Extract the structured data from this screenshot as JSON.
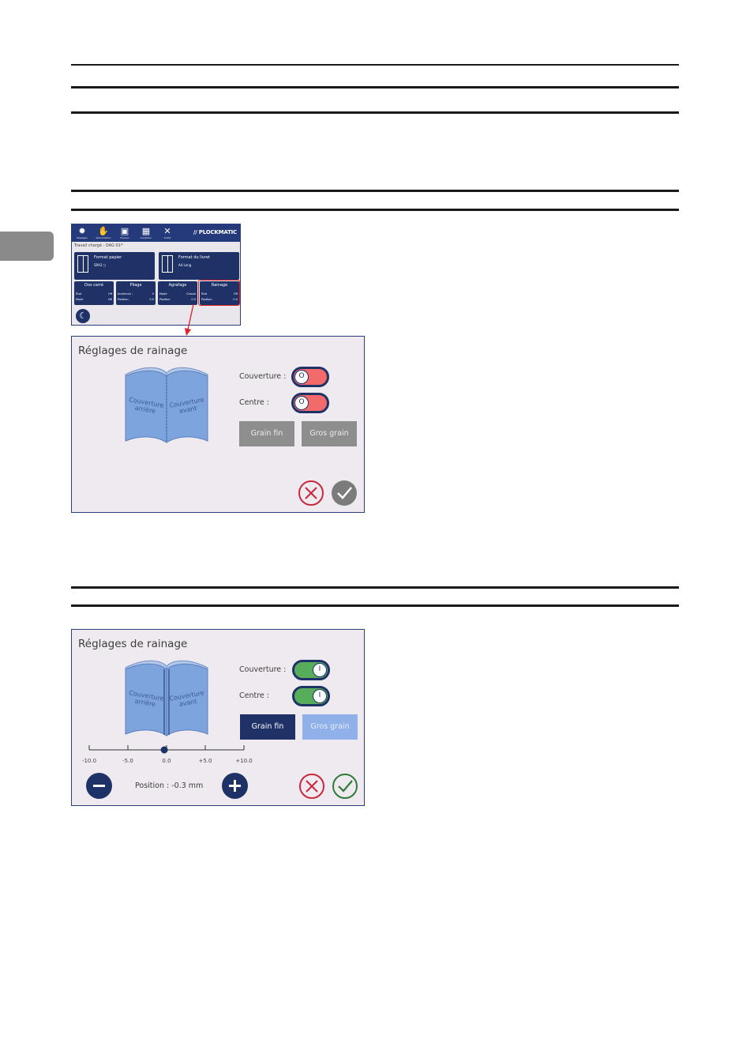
{
  "mini_screen": {
    "toolbar": [
      {
        "icon": "gear-icon",
        "glyph": "✹",
        "label": "Réglages"
      },
      {
        "icon": "hand-icon",
        "glyph": "✋",
        "label": "Alimentation"
      },
      {
        "icon": "briefcase-icon",
        "glyph": "▣",
        "label": "Travaux"
      },
      {
        "icon": "counter-icon",
        "glyph": "▦",
        "label": "Compteur"
      },
      {
        "icon": "tools-icon",
        "glyph": "✕",
        "label": "Outils"
      }
    ],
    "logo": "// PLOCKMATIC",
    "job_loaded": "Travail chargé :  DAG 01*",
    "paper_format": {
      "title": "Format papier",
      "value": "SRA3 ◻"
    },
    "booklet_format": {
      "title": "Format du livret",
      "value": "A4 Long"
    },
    "tiles": [
      {
        "title": "Dos carré",
        "rows": [
          {
            "k": "État",
            "v": "Off"
          },
          {
            "k": "Mode",
            "v": "Dé"
          }
        ]
      },
      {
        "title": "Pliage",
        "rows": [
          {
            "k": "Incidence :",
            "v": "0"
          },
          {
            "k": "Position",
            "v": "0.0"
          }
        ]
      },
      {
        "title": "Agrafage",
        "rows": [
          {
            "k": "Mode",
            "v": "Chaval"
          },
          {
            "k": "Position",
            "v": "0.0"
          }
        ]
      },
      {
        "title": "Rainage",
        "rows": [
          {
            "k": "État",
            "v": "Off"
          },
          {
            "k": "Position",
            "v": "0.0"
          }
        ]
      }
    ],
    "moon_glyph": "☾"
  },
  "panel1": {
    "title": "Réglages de rainage",
    "book_back": "Couverture\narrière",
    "book_front": "Couverture\navant",
    "couverture_label": "Couverture :",
    "centre_label": "Centre :",
    "toggle_glyph": "O",
    "fine_grain": "Grain fin",
    "coarse_grain": "Gros grain"
  },
  "panel2": {
    "title": "Réglages de rainage",
    "book_back": "Couverture\narrière",
    "book_front": "Couverture\navant",
    "couverture_label": "Couverture :",
    "centre_label": "Centre :",
    "toggle_glyph": "I",
    "fine_grain": "Grain fin",
    "coarse_grain": "Gros grain",
    "scale_ticks": [
      "-10.0",
      "-5.0",
      "0.0",
      "+5.0",
      "+10.0"
    ],
    "scale_min": -10,
    "scale_max": 10,
    "position_value": -0.3,
    "position_text": "Position : -0.3 mm"
  },
  "colors": {
    "navy": "#1f3268",
    "toggle_off": "#f26a6a",
    "toggle_on": "#58ad5a",
    "cancel_red": "#c8283c",
    "confirm_green": "#2e7a36",
    "confirm_grey": "#7b7b7b"
  }
}
